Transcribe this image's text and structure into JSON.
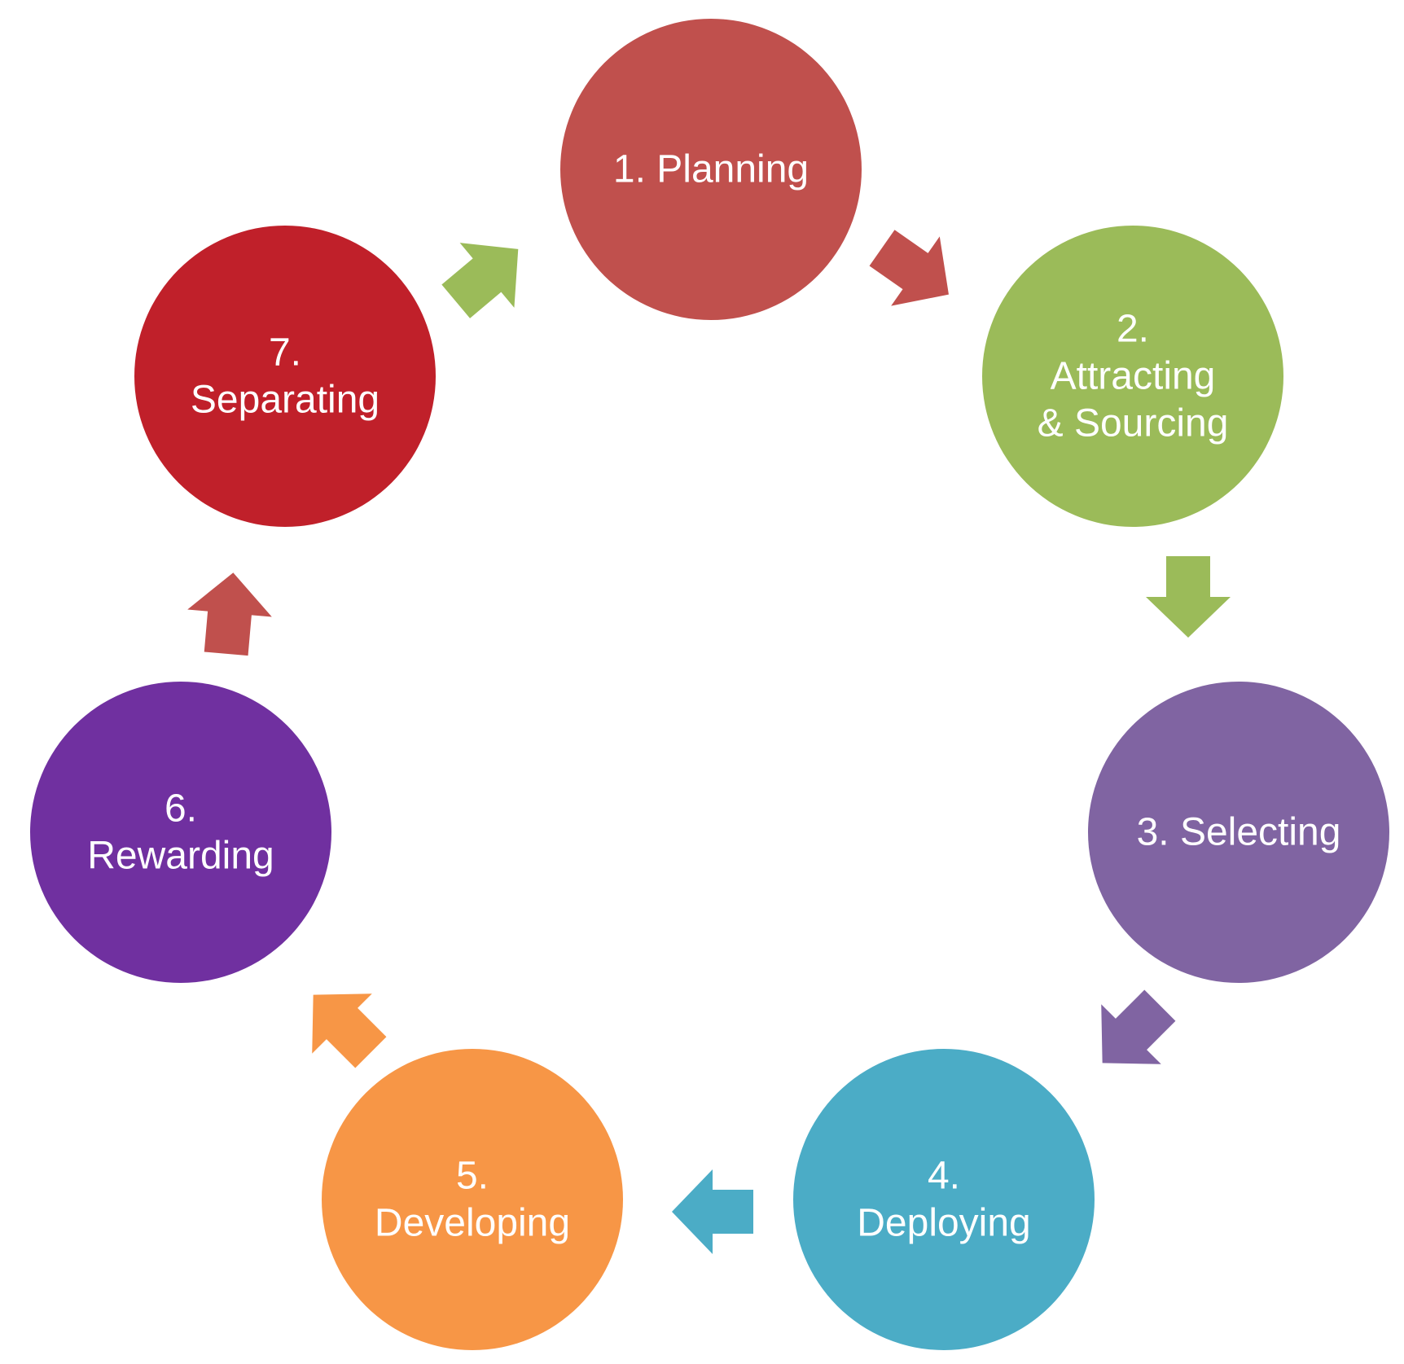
{
  "steps": [
    {
      "lines": [
        "1. Planning"
      ],
      "color": "#c0504d"
    },
    {
      "lines": [
        "2.",
        "Attracting",
        "& Sourcing"
      ],
      "color": "#9bbb59"
    },
    {
      "lines": [
        "3. Selecting"
      ],
      "color": "#8064a2"
    },
    {
      "lines": [
        "4.",
        "Deploying"
      ],
      "color": "#4bacc6"
    },
    {
      "lines": [
        "5.",
        "Developing"
      ],
      "color": "#f79646"
    },
    {
      "lines": [
        "6.",
        "Rewarding"
      ],
      "color": "#7030a0"
    },
    {
      "lines": [
        "7.",
        "Separating"
      ],
      "color": "#c0202a"
    }
  ],
  "arrows": [
    {
      "from": "1. Planning",
      "to": "2. Attracting & Sourcing",
      "color": "#c0504d"
    },
    {
      "from": "2. Attracting & Sourcing",
      "to": "3. Selecting",
      "color": "#9bbb59"
    },
    {
      "from": "3. Selecting",
      "to": "4. Deploying",
      "color": "#8064a2"
    },
    {
      "from": "4. Deploying",
      "to": "5. Developing",
      "color": "#4bacc6"
    },
    {
      "from": "5. Developing",
      "to": "6. Rewarding",
      "color": "#f79646"
    },
    {
      "from": "6. Rewarding",
      "to": "7. Separating",
      "color": "#c0504d"
    },
    {
      "from": "7. Separating",
      "to": "1. Planning",
      "color": "#9bbb59"
    }
  ]
}
